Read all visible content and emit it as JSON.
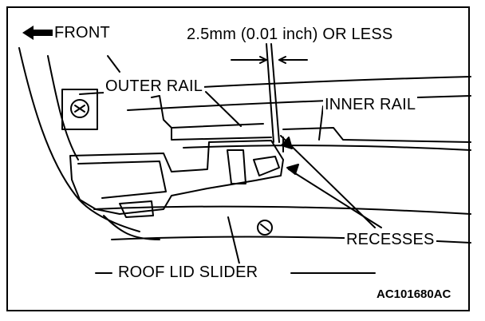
{
  "figure": {
    "labels": {
      "front": "FRONT",
      "dimension": "2.5mm (0.01 inch) OR LESS",
      "outer_rail": "OUTER RAIL",
      "inner_rail": "INNER RAIL",
      "recesses": "RECESSES",
      "roof_lid_slider": "ROOF LID SLIDER",
      "figure_code": "AC101680AC"
    },
    "icons": {
      "front_arrow": "left-arrow-icon"
    },
    "colors": {
      "ink": "#000000",
      "paper": "#ffffff"
    }
  }
}
